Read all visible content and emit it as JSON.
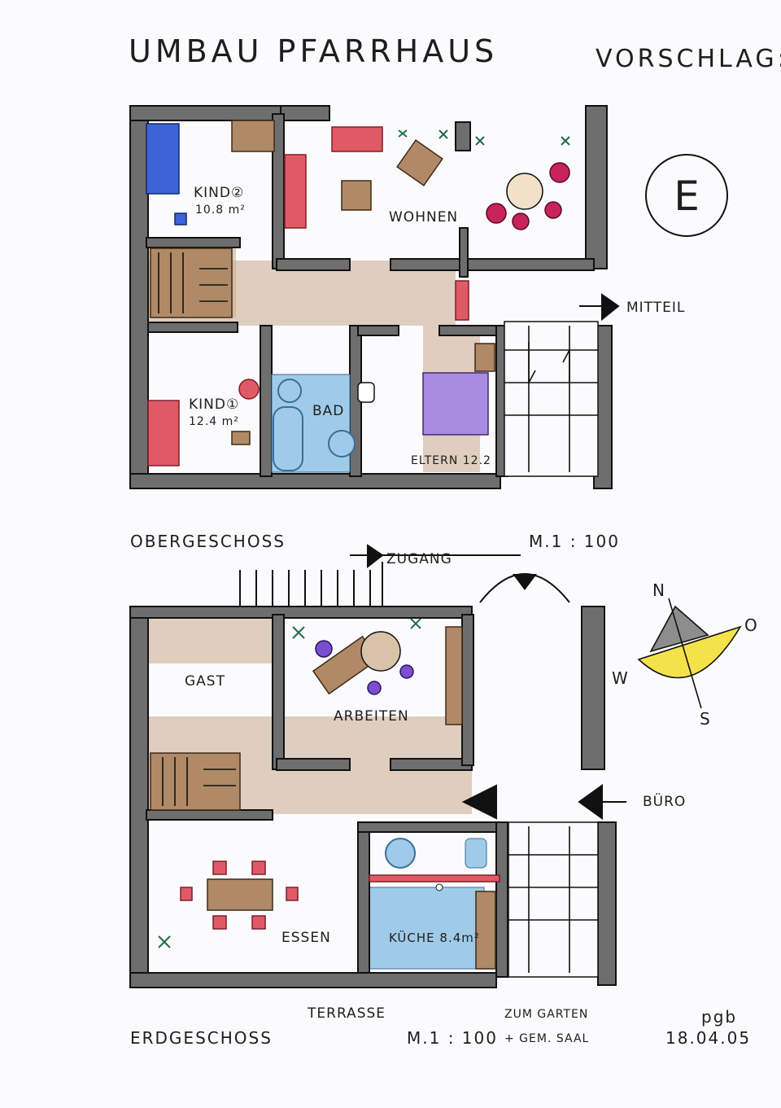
{
  "header": {
    "title": "UMBAU PFARRHAUS",
    "variant_label": "VORSCHLAG:",
    "variant_letter": "E"
  },
  "upper_floor": {
    "name": "OBERGESCHOSS",
    "scale": "M.1 : 100",
    "rooms": {
      "child2": "KIND②",
      "child2_area": "10.8 m²",
      "living": "WOHNEN",
      "child1": "KIND①",
      "child1_area": "12.4 m²",
      "bath": "BAD",
      "parents": "ELTERN 12.2"
    },
    "marker_middle": "MITTEIL"
  },
  "ground_floor": {
    "name": "ERDGESCHOSS",
    "scale": "M.1 : 100",
    "access": "ZUGANG",
    "rooms": {
      "guest": "GAST",
      "work": "ARBEITEN",
      "dining": "ESSEN",
      "kitchen": "KÜCHE 8.4m²",
      "terrace": "TERRASSE"
    },
    "marker_office": "BÜRO",
    "garden_note_line1": "ZUM GARTEN",
    "garden_note_line2": "+ GEM. SAAL"
  },
  "compass": {
    "north": "N",
    "east": "O",
    "south": "S",
    "west": "W",
    "sun_color": "#f4e24a"
  },
  "signature": {
    "initials": "pgb",
    "date": "18.04.05"
  },
  "colors": {
    "wall": "#6e6e6e",
    "floor": "#c9a98a",
    "accent_red": "#e05a66",
    "tile_blue": "#9fcbe8"
  }
}
